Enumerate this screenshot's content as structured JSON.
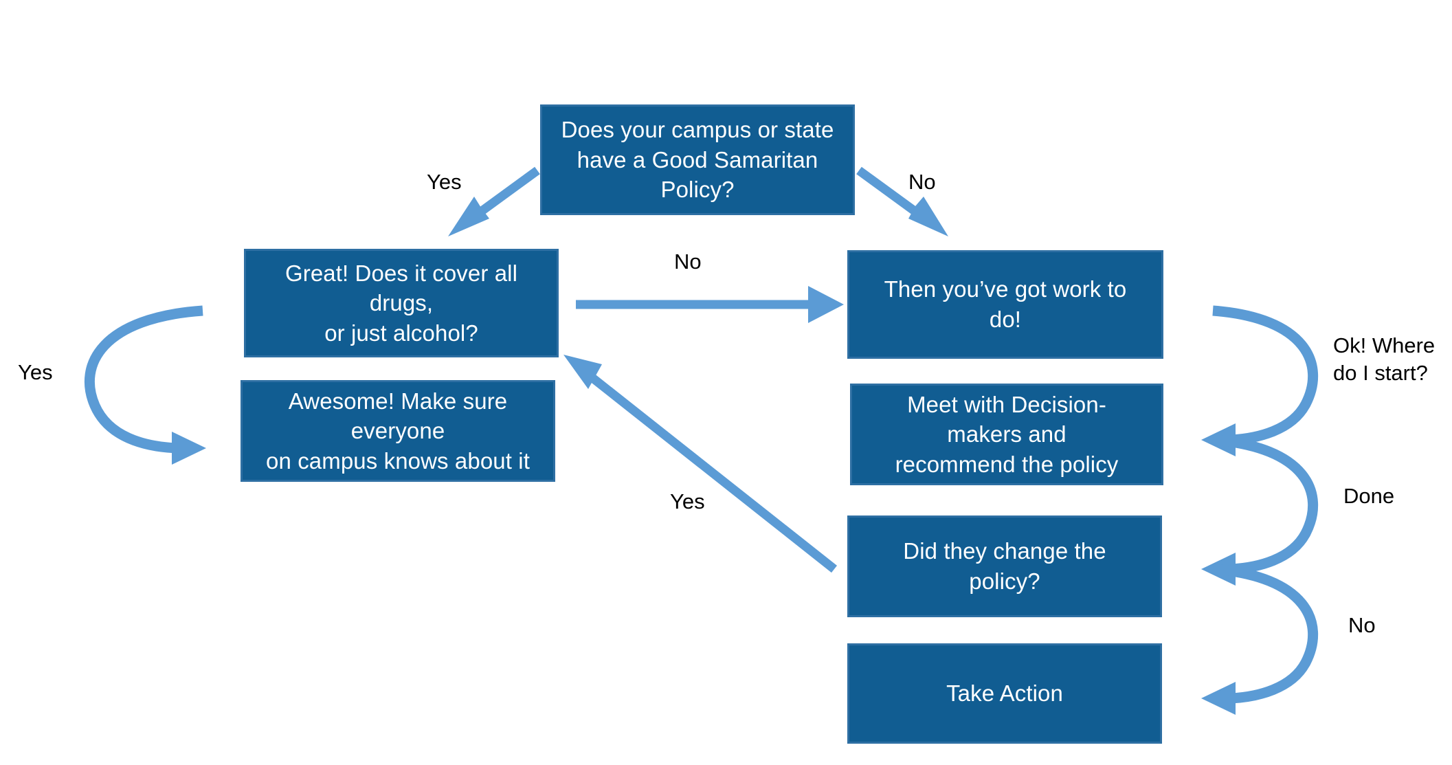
{
  "diagram": {
    "title": "Good Samaritan Policy Decision Flowchart",
    "colors": {
      "node_fill": "#115D92",
      "node_border": "#2E6FA3",
      "node_text": "#FFFFFF",
      "arrow": "#5B9BD5",
      "label_text": "#000000",
      "background": "#FFFFFF"
    },
    "nodes": [
      {
        "id": "start",
        "text": "Does your campus or state\nhave a Good Samaritan Policy?"
      },
      {
        "id": "covers",
        "text": "Great! Does it cover all drugs,\nor just alcohol?"
      },
      {
        "id": "awesome",
        "text": "Awesome! Make sure everyone\non campus knows about it"
      },
      {
        "id": "work",
        "text": "Then you’ve got work to do!"
      },
      {
        "id": "meet",
        "text": "Meet with Decision-makers and\nrecommend the policy"
      },
      {
        "id": "changed",
        "text": "Did they change the policy?"
      },
      {
        "id": "action",
        "text": "Take Action"
      }
    ],
    "edge_labels": [
      {
        "id": "yes-top-left",
        "text": "Yes"
      },
      {
        "id": "no-top-right",
        "text": "No"
      },
      {
        "id": "no-middle",
        "text": "No"
      },
      {
        "id": "yes-left-loop",
        "text": "Yes"
      },
      {
        "id": "yes-diagonal",
        "text": "Yes"
      },
      {
        "id": "ok-where-start",
        "text": "Ok! Where\ndo I start?"
      },
      {
        "id": "done",
        "text": "Done"
      },
      {
        "id": "no-bottom-right",
        "text": "No"
      }
    ]
  }
}
